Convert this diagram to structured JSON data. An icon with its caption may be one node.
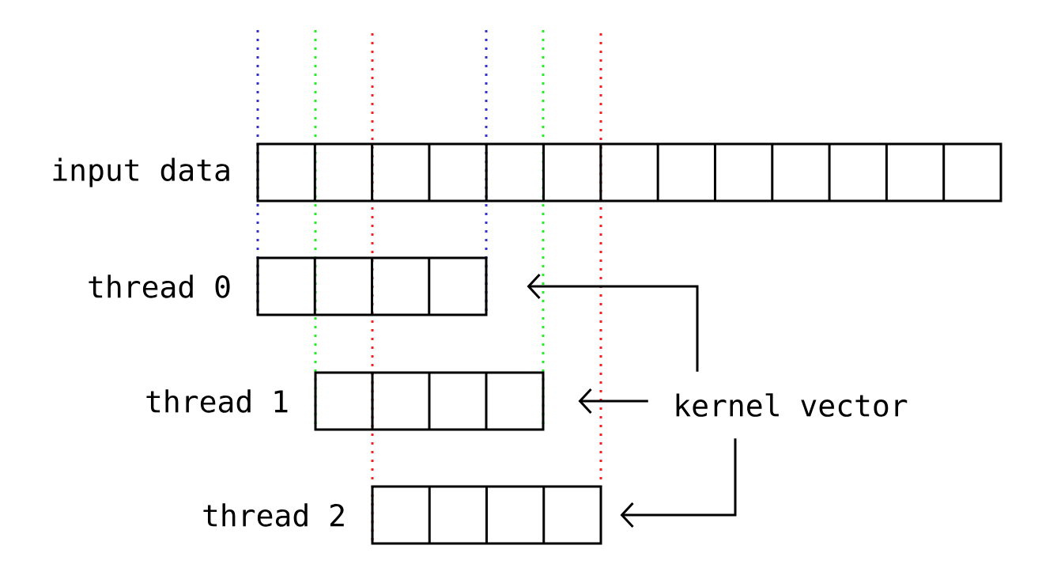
{
  "diagram": {
    "nodes": [
      {
        "text": [
          "input data"
        ]
      },
      {
        "text": [
          "thread 0"
        ]
      },
      {
        "text": [
          "thread 1"
        ]
      },
      {
        "text": [
          "thread 2"
        ]
      },
      {
        "text": [
          "kernel vector"
        ]
      }
    ],
    "edges": [
      {
        "from": 4,
        "to": 1,
        "arrow": "to"
      },
      {
        "from": 4,
        "to": 2,
        "arrow": "to"
      },
      {
        "from": 4,
        "to": 3,
        "arrow": "to"
      }
    ]
  }
}
